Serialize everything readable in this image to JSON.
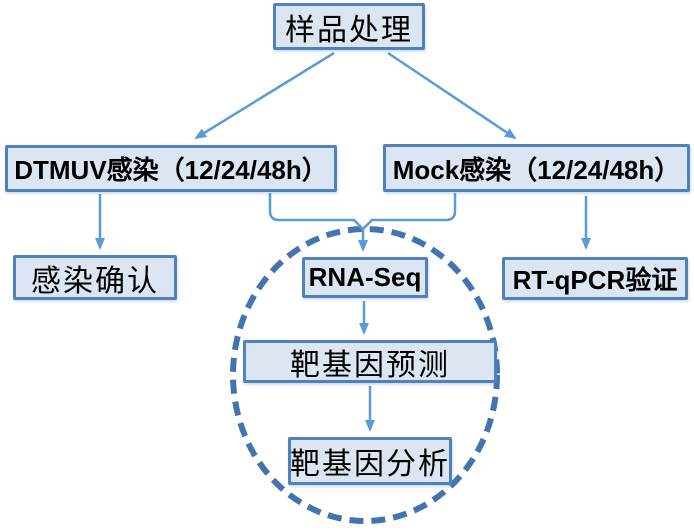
{
  "diagram_type": "flowchart",
  "nodes": {
    "sample": {
      "label": "样品处理"
    },
    "dtmuv": {
      "label": "DTMUV感染（12/24/48h）"
    },
    "mock": {
      "label": "Mock感染（12/24/48h）"
    },
    "confirm": {
      "label": "感染确认"
    },
    "rnaseq": {
      "label": "RNA-Seq"
    },
    "rtqpcr": {
      "label": "RT-qPCR验证"
    },
    "predict": {
      "label": "靶基因预测"
    },
    "analysis": {
      "label": "靶基因分析"
    }
  },
  "edges": [
    {
      "from": "sample",
      "to": "dtmuv",
      "style": "arrow"
    },
    {
      "from": "sample",
      "to": "mock",
      "style": "arrow"
    },
    {
      "from": "dtmuv",
      "to": "confirm",
      "style": "arrow"
    },
    {
      "from": "mock",
      "to": "rtqpcr",
      "style": "arrow"
    },
    {
      "from": "dtmuv",
      "to": "rnaseq",
      "style": "merged-bracket-arrow"
    },
    {
      "from": "mock",
      "to": "rnaseq",
      "style": "merged-bracket-arrow"
    },
    {
      "from": "rnaseq",
      "to": "predict",
      "style": "arrow"
    },
    {
      "from": "predict",
      "to": "analysis",
      "style": "arrow"
    }
  ],
  "grouping": {
    "shape": "dashed-ellipse",
    "members": [
      "rnaseq",
      "predict",
      "analysis"
    ]
  },
  "colors": {
    "box_fill": "#dce6f2",
    "box_border": "#4f81bd",
    "arrow": "#5b9bd5",
    "ellipse": "#4474ad"
  }
}
